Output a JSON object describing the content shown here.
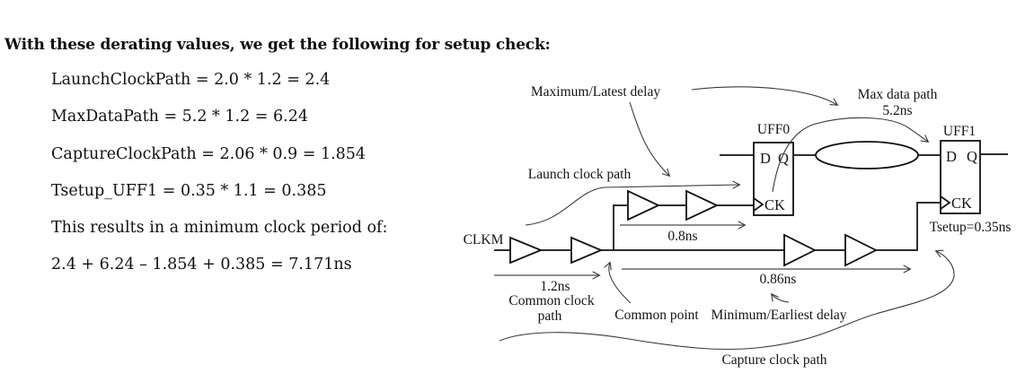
{
  "text_block": {
    "title": "With these derating values, we get the following for setup check:",
    "lines": [
      "LaunchClockPath = 2.0 * 1.2 = 2.4",
      "MaxDataPath = 5.2 * 1.2 = 6.24",
      "CaptureClockPath = 2.06 * 0.9 = 1.854",
      "Tsetup_UFF1 = 0.35 * 1.1 = 0.385",
      "This results in a minimum clock period of:",
      "2.4 + 6.24 – 1.854 + 0.385 = 7.171ns"
    ]
  },
  "diagram": {
    "labels": {
      "max_latest_delay": "Maximum/Latest delay",
      "max_data_path_line1": "Max data path",
      "max_data_path_line2": "5.2ns",
      "launch_clock_path": "Launch clock path",
      "clkm": "CLKM",
      "uff0": "UFF0",
      "uff1": "UFF1",
      "pin_d": "D",
      "pin_q": "Q",
      "pin_ck": "CK",
      "delay_launch": "0.8ns",
      "delay_common": "1.2ns",
      "common_clock_line1": "Common clock",
      "common_clock_line2": "path",
      "common_point": "Common point",
      "delay_capture": "0.86ns",
      "min_earliest_delay": "Minimum/Earliest delay",
      "tsetup": "Tsetup=0.35ns",
      "capture_clock_path": "Capture clock path"
    },
    "colors": {
      "background": "#ffffff",
      "circuit_line": "#111111",
      "annotation_line": "#3a3a3a",
      "text": "#141414"
    }
  }
}
